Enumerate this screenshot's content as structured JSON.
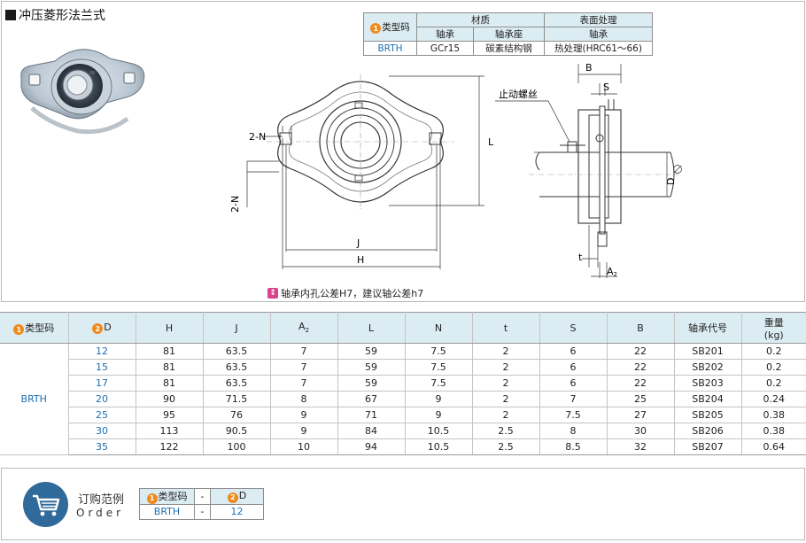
{
  "title": "冲压菱形法兰式",
  "material_table": {
    "col_type": "类型码",
    "col_material": "材质",
    "col_surface": "表面处理",
    "sub_bearing": "轴承",
    "sub_housing": "轴承座",
    "sub_surface_bearing": "轴承",
    "row": {
      "type": "BRTH",
      "bearing": "GCr15",
      "housing": "碳素结构钢",
      "surface": "热处理(HRC61～66)"
    }
  },
  "drawing_labels": {
    "two_n_top": "2-N",
    "two_n_side": "2-N",
    "L": "L",
    "J": "J",
    "H": "H",
    "B": "B",
    "S": "S",
    "set_screw": "止动螺丝",
    "D": "D",
    "t": "t",
    "A": "A",
    "A_sub": "2"
  },
  "note": "轴承内孔公差H7，建议轴公差h7",
  "spec_table": {
    "headers": [
      "类型码",
      "D",
      "H",
      "J",
      "A",
      "L",
      "N",
      "t",
      "S",
      "B",
      "轴承代号",
      "重量"
    ],
    "a_sub": "2",
    "weight_unit": "(kg)",
    "type": "BRTH",
    "rows": [
      [
        "12",
        "81",
        "63.5",
        "7",
        "59",
        "7.5",
        "2",
        "6",
        "22",
        "SB201",
        "0.2"
      ],
      [
        "15",
        "81",
        "63.5",
        "7",
        "59",
        "7.5",
        "2",
        "6",
        "22",
        "SB202",
        "0.2"
      ],
      [
        "17",
        "81",
        "63.5",
        "7",
        "59",
        "7.5",
        "2",
        "6",
        "22",
        "SB203",
        "0.2"
      ],
      [
        "20",
        "90",
        "71.5",
        "8",
        "67",
        "9",
        "2",
        "7",
        "25",
        "SB204",
        "0.24"
      ],
      [
        "25",
        "95",
        "76",
        "9",
        "71",
        "9",
        "2",
        "7.5",
        "27",
        "SB205",
        "0.38"
      ],
      [
        "30",
        "113",
        "90.5",
        "9",
        "84",
        "10.5",
        "2.5",
        "8",
        "30",
        "SB206",
        "0.38"
      ],
      [
        "35",
        "122",
        "100",
        "10",
        "94",
        "10.5",
        "2.5",
        "8.5",
        "32",
        "SB207",
        "0.64"
      ]
    ]
  },
  "order": {
    "title_cn": "订购范例",
    "title_en": "Order",
    "col_type": "类型码",
    "dash": "-",
    "col_d": "D",
    "type_value": "BRTH",
    "d_value": "12"
  },
  "badges": {
    "one": "1",
    "two": "2"
  },
  "colors": {
    "accent_blue": "#1e6fb0",
    "header_bg": "#dcecf3",
    "badge_orange": "#f08a1c",
    "note_pink": "#d9428c",
    "cart_circle": "#2f6a9b"
  }
}
